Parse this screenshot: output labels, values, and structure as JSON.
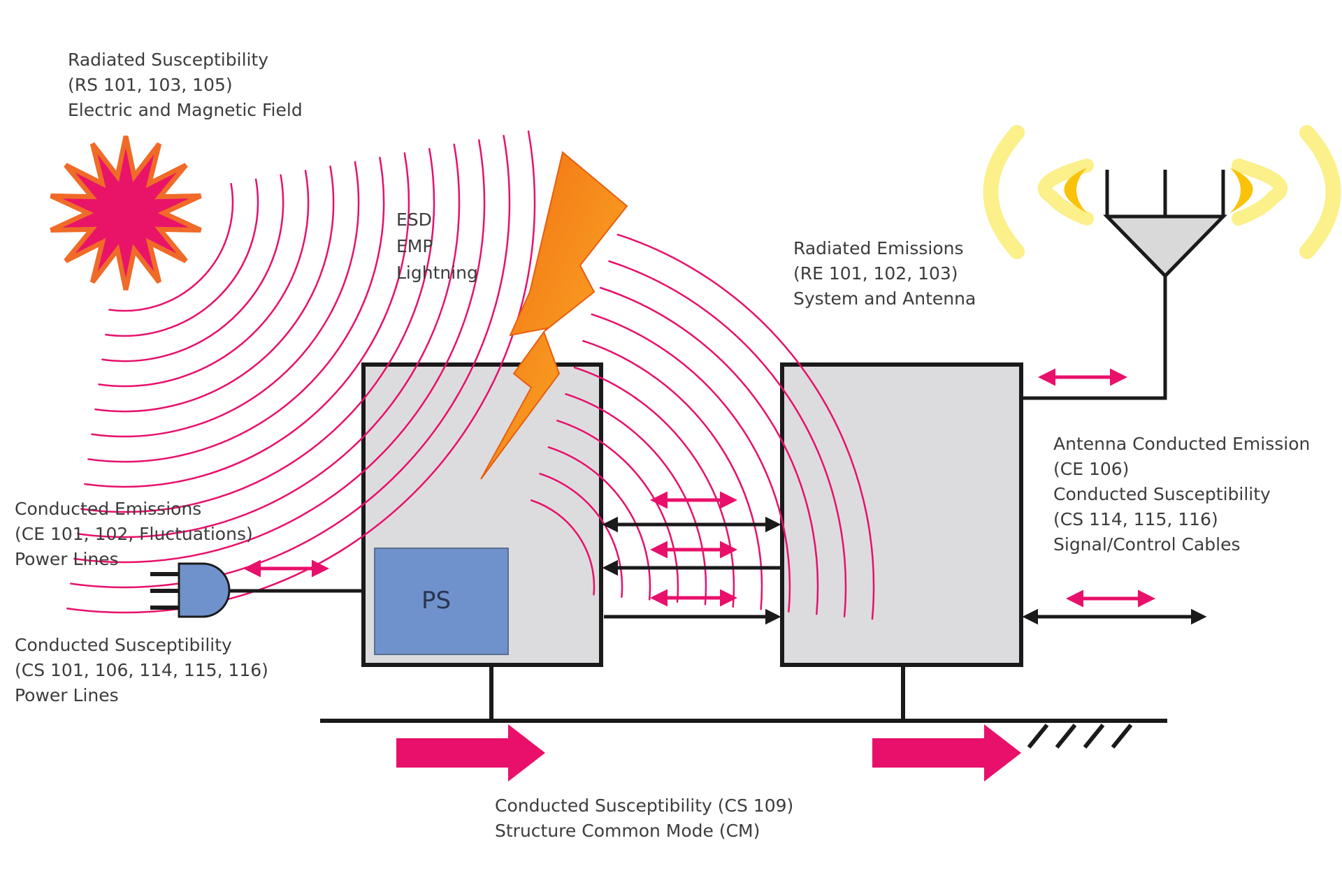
{
  "labels": {
    "radiated_susceptibility": [
      "Radiated Susceptibility",
      "(RS 101, 103, 105)",
      "Electric and Magnetic Field"
    ],
    "esd": [
      "ESD",
      "EMP",
      "Lightning"
    ],
    "radiated_emissions": [
      "Radiated Emissions",
      "(RE 101, 102, 103)",
      "System and Antenna"
    ],
    "antenna_conducted": [
      "Antenna Conducted Emission",
      "(CE 106)",
      "Conducted Susceptibility",
      "(CS 114, 115, 116)",
      "Signal/Control Cables"
    ],
    "conducted_emissions": [
      "Conducted Emissions",
      "(CE 101, 102, Fluctuations)",
      "Power Lines"
    ],
    "conducted_susceptibility_power": [
      "Conducted Susceptibility",
      "(CS 101, 106, 114, 115, 116)",
      "Power Lines"
    ],
    "conducted_susceptibility_structure": [
      "Conducted Susceptibility (CS 109)",
      "Structure Common Mode (CM)"
    ],
    "power_supply": "PS"
  },
  "colors": {
    "magenta": "#e8106a",
    "box_fill": "#dcdcde",
    "ps_fill": "#7092cc",
    "bolt_dark": "#f26a10",
    "bolt_light": "#fbaa1c",
    "sun_fill": "#e91468",
    "sun_outline": "#f06a28",
    "plug_fill": "#7092cc",
    "antenna_fill": "#d9d9d9",
    "glow_outer": "#fbf08a",
    "glow_inner": "#fbc20a",
    "line": "#1a1a1a"
  }
}
